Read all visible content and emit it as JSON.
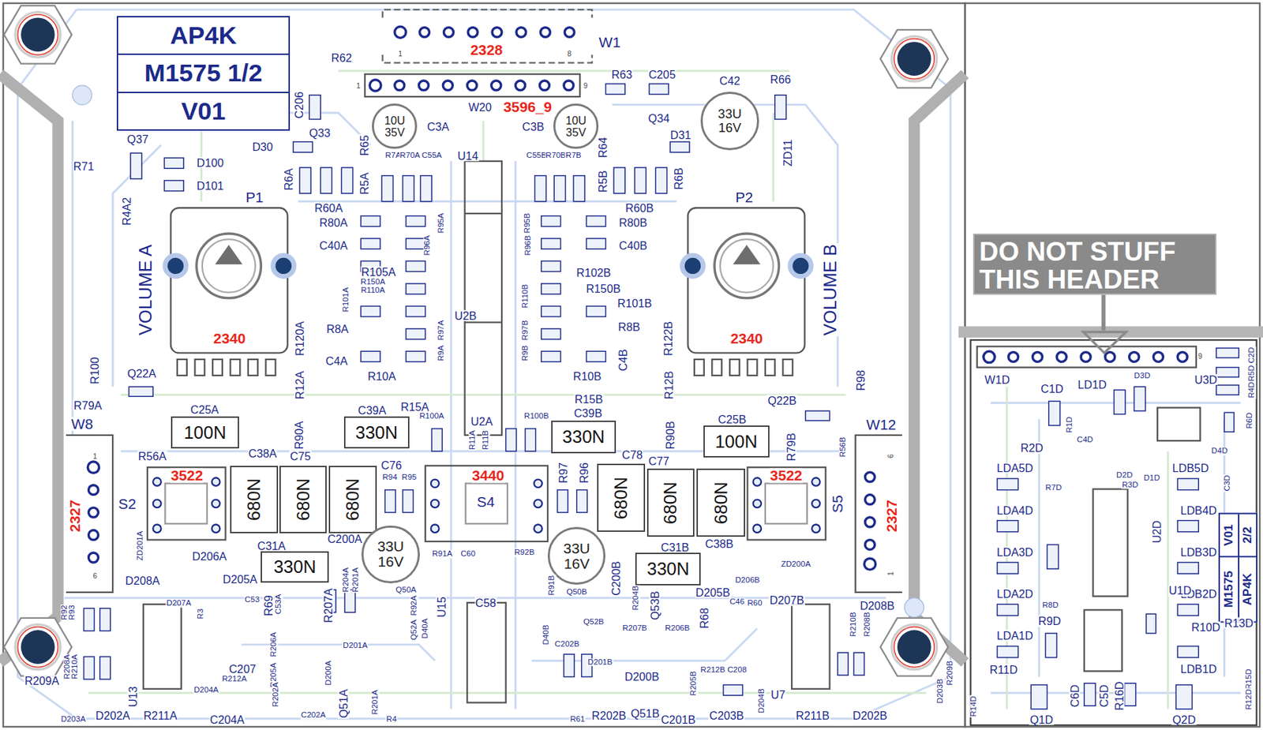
{
  "diagram": {
    "nodes": [
      {
        "text": [
          "AP4K",
          "M1575 1/2",
          "V01"
        ]
      },
      {
        "text": [
          "DO NOT STUFF THIS HEADER"
        ]
      },
      {
        "text": [
          "M1575",
          "V01",
          "AP4K",
          "2/2"
        ]
      },
      {
        "text": [
          "10U",
          "35V"
        ]
      },
      {
        "text": [
          "10U",
          "35V"
        ]
      },
      {
        "text": [
          "33U",
          "16V"
        ]
      },
      {
        "text": [
          "100N"
        ]
      },
      {
        "text": [
          "330N"
        ]
      },
      {
        "text": [
          "330N"
        ]
      },
      {
        "text": [
          "100N"
        ]
      },
      {
        "text": [
          "680N"
        ]
      },
      {
        "text": [
          "680N"
        ]
      },
      {
        "text": [
          "680N"
        ]
      },
      {
        "text": [
          "680N"
        ]
      },
      {
        "text": [
          "680N"
        ]
      },
      {
        "text": [
          "680N"
        ]
      },
      {
        "text": [
          "330N"
        ]
      },
      {
        "text": [
          "330N"
        ]
      },
      {
        "text": [
          "33U",
          "16V"
        ]
      },
      {
        "text": [
          "33U",
          "16V"
        ]
      }
    ],
    "labels": [
      "R62",
      "C206",
      "Q33",
      "R65",
      "C3A",
      "C3B",
      "R64",
      "R63",
      "C205",
      "Q34",
      "C42",
      "R66",
      "D31",
      "ZD11",
      "W1",
      "2328",
      "1",
      "8",
      "1",
      "9",
      "W20",
      "3596_9",
      "U14",
      "R7A",
      "R70A",
      "C55A",
      "C55B",
      "R70B",
      "R7B",
      "D30",
      "Q37",
      "R71",
      "D100",
      "D101",
      "R4A2",
      "P1",
      "P2",
      "R6A",
      "R5A",
      "R5B",
      "R6B",
      "R60A",
      "R80A",
      "C40A",
      "R96A",
      "R95A",
      "R96B",
      "R95B",
      "R60B",
      "R80B",
      "C40B",
      "R105A",
      "R150A",
      "R110A",
      "R101A",
      "R102B",
      "R150B",
      "R110B",
      "R101B",
      "U2B",
      "R8A",
      "R8B",
      "R97A",
      "R97B",
      "R9A",
      "R9B",
      "R120A",
      "R122B",
      "C4A",
      "C4B",
      "R10A",
      "R10B",
      "R12A",
      "R12B",
      "R15A",
      "R15B",
      "R100A",
      "R100B",
      "U2A",
      "R11A",
      "R11B",
      "VOLUME A",
      "VOLUME B",
      "2340",
      "2340",
      "R100",
      "Q22A",
      "R79A",
      "W8",
      "C25A",
      "C39A",
      "C39B",
      "C25B",
      "R90A",
      "R90B",
      "Q22B",
      "R98",
      "R79B",
      "R56B",
      "W12",
      "S2",
      "R56A",
      "3522",
      "3522",
      "S4",
      "3440",
      "S5",
      "2327",
      "2327",
      "1",
      "6",
      "6",
      "1",
      "C38A",
      "C75",
      "C76",
      "R94",
      "R95",
      "C78",
      "C77",
      "R97",
      "R96",
      "C38B",
      "C31A",
      "C200A",
      "C31B",
      "C200B",
      "ZD201A",
      "D206A",
      "D208A",
      "D205A",
      "D207A",
      "C53",
      "R3",
      "R69",
      "C53A",
      "R204A",
      "R201A",
      "R91A",
      "C60",
      "R92B",
      "Q50A",
      "R92A",
      "U15",
      "Q52A",
      "D40A",
      "C58",
      "R91B",
      "Q50B",
      "R204B",
      "Q53B",
      "Q52B",
      "R207B",
      "R206B",
      "D40B",
      "C202B",
      "D201B",
      "D200B",
      "Q51B",
      "C201B",
      "R202B",
      "R61",
      "R4",
      "R201A",
      "Q51A",
      "C202A",
      "D200A",
      "D201A",
      "R207A",
      "R206A",
      "R205A",
      "R202A",
      "C207",
      "R212A",
      "D204A",
      "C204A",
      "R211A",
      "U13",
      "D202A",
      "D203A",
      "R209A",
      "R208A",
      "R210A",
      "R92",
      "R93",
      "C46",
      "R60",
      "D206B",
      "D205B",
      "D207B",
      "ZD200A",
      "D208B",
      "R68",
      "C208",
      "R212B",
      "R205B",
      "C203B",
      "D204B",
      "U7",
      "R211B",
      "D202B",
      "R210B",
      "R208B",
      "R209B",
      "D203B",
      "9",
      "W1D",
      "U3D",
      "D3D",
      "C2D",
      "R5D",
      "R4D",
      "R6D",
      "C1D",
      "LD1D",
      "R1D",
      "C4D",
      "D4D",
      "R2D",
      "LDA5D",
      "LDB5D",
      "R7D",
      "D2D",
      "R3D",
      "D1D",
      "C3D",
      "LDA4D",
      "LDB4D",
      "U2D",
      "LDA3D",
      "LDB3D",
      "LDA2D",
      "LDB2D",
      "U1D",
      "R8D",
      "R9D",
      "R10D",
      "R13D",
      "LDA1D",
      "LDB1D",
      "R11D",
      "C6D",
      "C5D",
      "R16D",
      "Q1D",
      "Q2D",
      "R14D",
      "R15D",
      "R12D"
    ]
  }
}
